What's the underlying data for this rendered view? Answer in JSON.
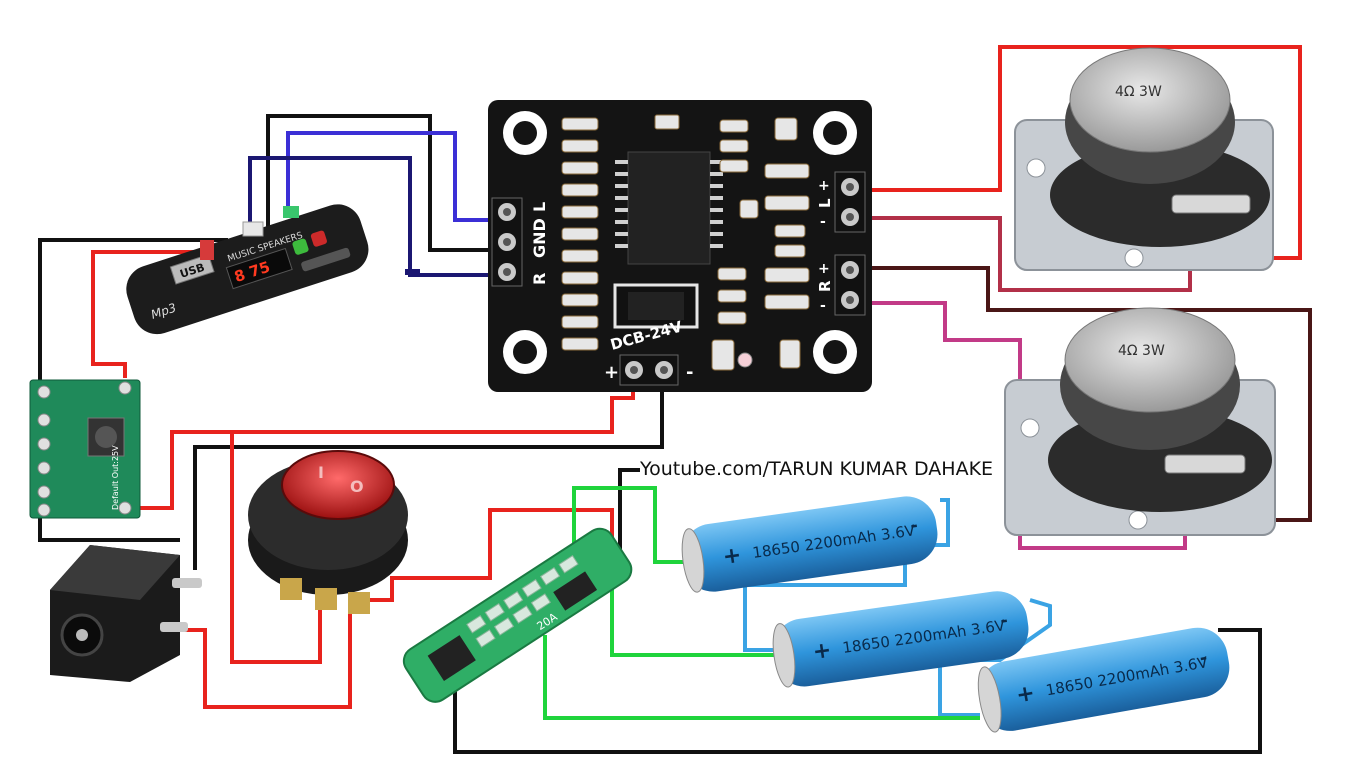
{
  "colors": {
    "red": "#e8231d",
    "black": "#111111",
    "blue": "#3b2fd6",
    "navy": "#1b1772",
    "green": "#1fd43c",
    "maroon": "#4a1616",
    "magenta": "#c23a87",
    "pcb": "#141414",
    "battery": "#3aa3e4"
  },
  "credit": "Youtube.com/TARUN KUMAR DAHAKE",
  "amplifier": {
    "input_labels": [
      "R",
      "GND",
      "L"
    ],
    "power_label": "DCB-24V",
    "plus": "+",
    "minus": "-",
    "out_left": "L",
    "out_right": "R"
  },
  "speakers": [
    {
      "label": "4Ω 3W"
    },
    {
      "label": "4Ω 3W"
    }
  ],
  "mp3_module": {
    "text": "MUSIC SPEAKERS",
    "usb": "USB",
    "logo": "Mp3",
    "display": "8 75"
  },
  "batteries": [
    {
      "label": "18650 2200mAh 3.6V"
    },
    {
      "label": "18650 2200mAh 3.6V"
    },
    {
      "label": "18650 2200mAh 3.6V"
    }
  ],
  "bms": {
    "label": "20A"
  },
  "boost": {
    "label": "Default Out:25V"
  },
  "switch": {
    "on": "I",
    "off": "O"
  }
}
